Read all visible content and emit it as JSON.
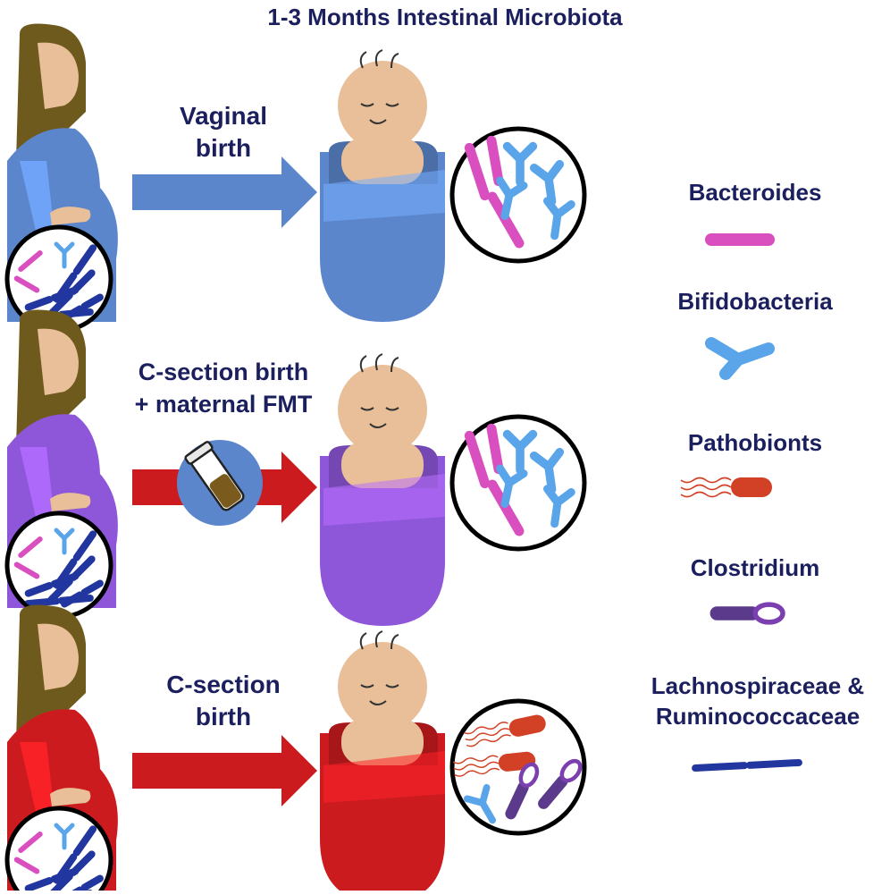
{
  "title": "1-3 Months Intestinal Microbiota",
  "rows": [
    {
      "id": "vaginal",
      "line1": "Vaginal",
      "line2": "birth",
      "mother_color": "#5b86cc",
      "baby_color": "#5b86cc",
      "arrow_color": "#5b86cc"
    },
    {
      "id": "csection-fmt",
      "line1": "C-section birth",
      "line2": "+ maternal FMT",
      "mother_color": "#8e56d9",
      "baby_color": "#8e56d9",
      "arrow_color": "#cc1b1f"
    },
    {
      "id": "csection",
      "line1": "C-section",
      "line2": "birth",
      "mother_color": "#cc1b1f",
      "baby_color": "#cc1b1f",
      "arrow_color": "#cc1b1f"
    }
  ],
  "legend": [
    {
      "id": "bacteroides",
      "label": "Bacteroides",
      "icon": "bacteroides-rod-icon",
      "color": "#d94fbf"
    },
    {
      "id": "bifidobacteria",
      "label": "Bifidobacteria",
      "icon": "bifidobacteria-y-icon",
      "color": "#5aa5ea"
    },
    {
      "id": "pathobionts",
      "label": "Pathobionts",
      "icon": "pathobiont-flagellated-icon",
      "color": "#d24126"
    },
    {
      "id": "clostridium",
      "label": "Clostridium",
      "icon": "clostridium-spore-icon",
      "color": "#5b3a8c"
    },
    {
      "id": "lachno",
      "label": "Lachnospiraceae &",
      "label2": "Ruminococcaceae",
      "icon": "lachno-chain-icon",
      "color": "#22369f"
    }
  ]
}
